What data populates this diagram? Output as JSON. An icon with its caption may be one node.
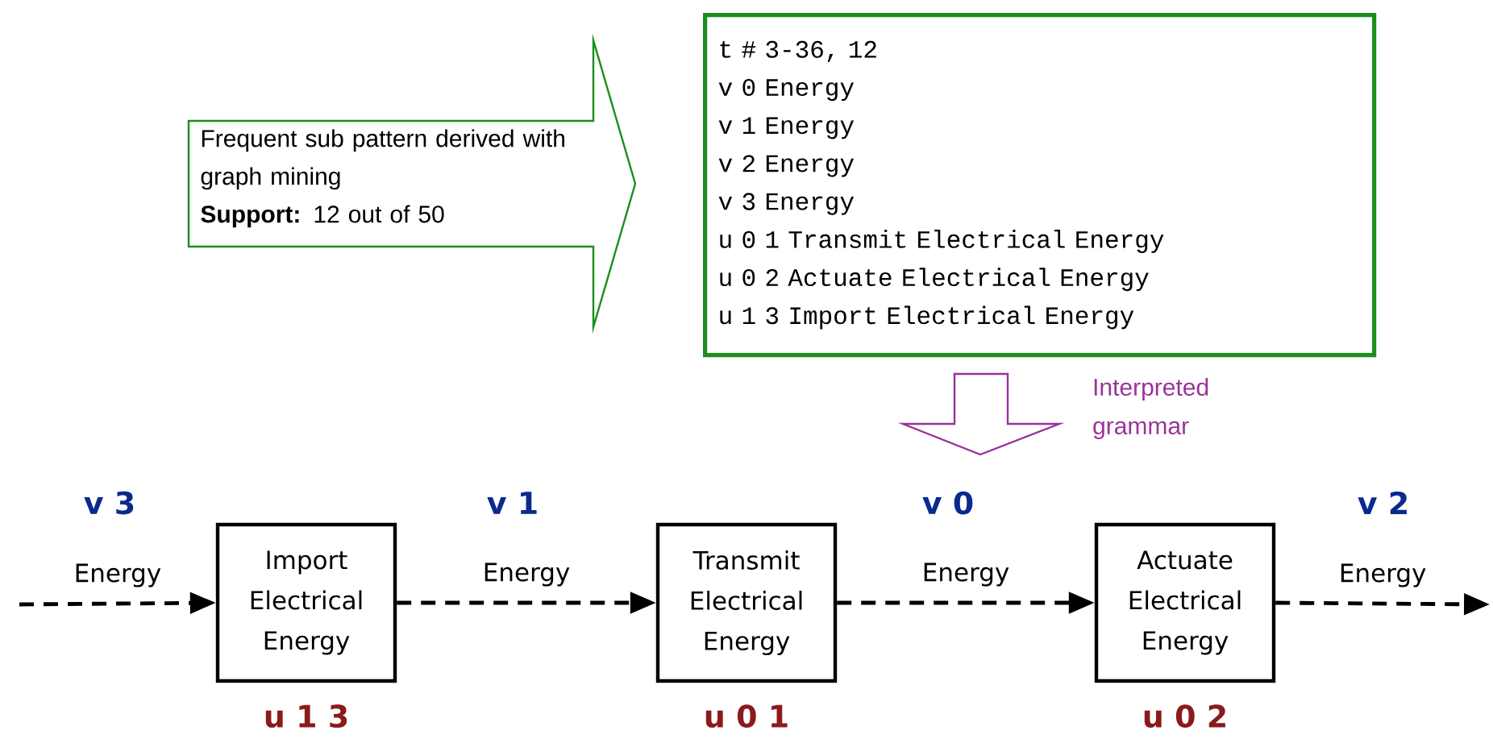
{
  "diagram": {
    "nodes": [
      {
        "text": [
          "Frequent sub pattern derived with graph mining",
          "**Support:** 12 out of 50"
        ]
      },
      {
        "text": [
          "t # 3-36, 12",
          "v 0 Energy",
          "v 1 Energy",
          "v 2 Energy",
          "v 3 Energy",
          "u 0 1 Transmit Electrical Energy",
          "u 0 2 Actuate Electrical Energy",
          "u 1 3 Import Electrical Energy"
        ]
      },
      {
        "text": [
          "Import Electrical Energy"
        ],
        "beside": [
          "u 1 3"
        ]
      },
      {
        "text": [
          "Transmit Electrical Energy"
        ],
        "beside": [
          "u 0 1"
        ]
      },
      {
        "text": [
          "Actuate Electrical Energy"
        ],
        "beside": [
          "u 0 2"
        ]
      }
    ],
    "edges": [
      {
        "from": null,
        "to": 2,
        "arrow": "to",
        "label": "Energy",
        "style": "dashed"
      },
      {
        "from": 2,
        "to": 3,
        "arrow": "to",
        "label": "Energy",
        "style": "dashed"
      },
      {
        "from": 3,
        "to": 4,
        "arrow": "to",
        "label": "Energy",
        "style": "dashed"
      },
      {
        "from": 4,
        "to": null,
        "arrow": "to",
        "label": "Energy",
        "style": "dashed"
      }
    ],
    "labels": [
      "Interpreted grammar",
      "v 3",
      "v 1",
      "v 0",
      "v 2"
    ]
  }
}
